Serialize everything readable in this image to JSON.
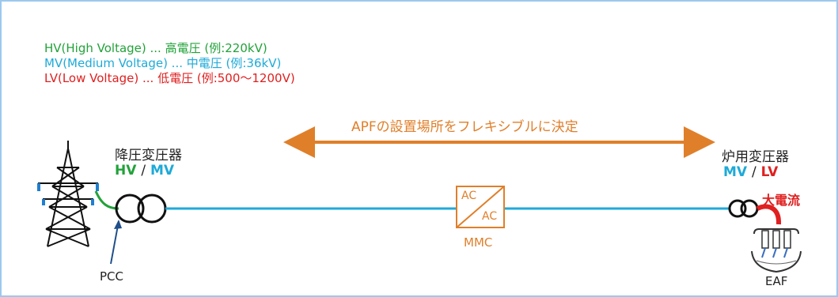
{
  "legend": {
    "hv": "HV(High Voltage) ...  高電圧 (例:220kV)",
    "mv": "MV(Medium Voltage) ... 中電圧 (例:36kV)",
    "lv": "LV(Low Voltage) ...  低電圧 (例:500～1200V)"
  },
  "arrow_label": "APFの設置場所をフレキシブルに決定",
  "step_down": {
    "title": "降圧変圧器",
    "hv": "HV",
    "sep": "/",
    "mv": "MV"
  },
  "furnace": {
    "title": "炉用変圧器",
    "mv": "MV",
    "sep": "/",
    "lv": "LV"
  },
  "large_current": "大電流",
  "mmc": {
    "top": "AC",
    "bottom": "AC",
    "label": "MMC"
  },
  "pcc": "PCC",
  "eaf": "EAF",
  "colors": {
    "hv": "#22a23a",
    "mv": "#1eaad8",
    "lv": "#e02020",
    "orange": "#e07f2a",
    "text": "#222222",
    "frame": "#9cc8ee"
  },
  "icons": [
    "transmission-tower-icon",
    "transformer-icon",
    "converter-icon",
    "eaf-furnace-icon"
  ]
}
